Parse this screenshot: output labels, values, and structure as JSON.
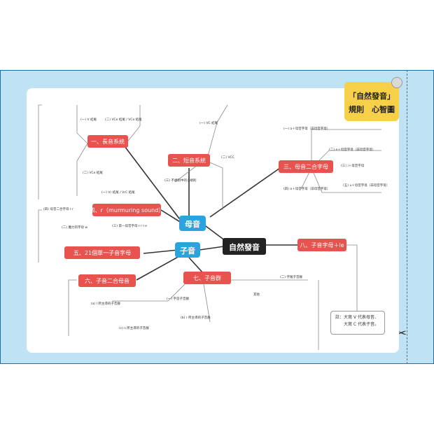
{
  "title": {
    "line1": "「自然發音」",
    "line2": "規則　心智圖"
  },
  "center": "自然發音",
  "main": {
    "vowel": "母音",
    "consonant": "子音"
  },
  "branches": {
    "b1": "一、長音系統",
    "b2": "二、短音系統",
    "b3": "三、母音二合字母",
    "b4": "四、r（murmuring sound）",
    "b5": "五、21個單一子音字母",
    "b6": "六、子音二合母音",
    "b7": "七、子音群",
    "b8": "八、子音字母＋le"
  },
  "sub": {
    "ve": "(一) V 結尾",
    "vce": "(二) VCe 結尾 / VCe 結尾",
    "vc": "(一) VC 結尾",
    "vcc": "(二) VCC",
    "vce2": "(二) VCe 結尾",
    "rules": "(三) 不規則中的小規則",
    "vce3": "(一) Vr 結尾 / VrC 結尾",
    "r1": "(四) 母音二合字母＋r",
    "r2": "(二) 魔力的字母 w",
    "r3": "(三) 第一母音字母＋r＋e",
    "d1": "(一) a＋母音字母（非母音字母）",
    "d2": "(二) e＋母音字母（非母音字母）",
    "d3": "(三) i＋母音字母",
    "d4": "(四) o＋母音字母（非母音字母）",
    "d5": "(五) u＋母音字母（非母音字母）",
    "c1": "(一) 字首子音群",
    "c2": "(二) 字尾子音群",
    "c3": "其他",
    "c4": "(a) l 所主導的子音群",
    "c5": "(b) r 所主導的子音群",
    "c6": "(c) s 所主導的子音群"
  },
  "note": {
    "label": "註：",
    "line1": "大寫 V 代表母音、",
    "line2": "大寫 C 代表子音。"
  }
}
